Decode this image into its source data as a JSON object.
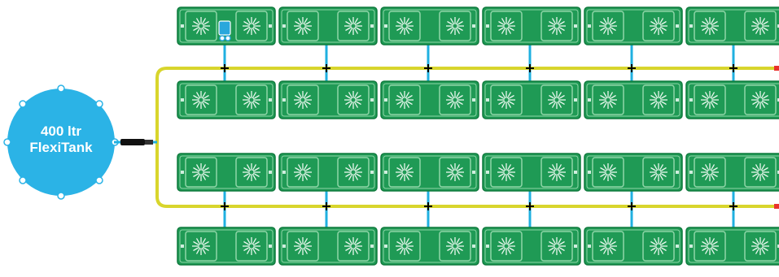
{
  "tank": {
    "line1": "400 ltr",
    "line2": "FlexiTank",
    "color": "#2bb3e6"
  },
  "colors": {
    "tray": "#1f9a55",
    "tray_border": "#0f7a3d",
    "tray_inner_line": "#8fd6a8",
    "feed_pipe": "#d8d52c",
    "drip_line": "#1fb0e0",
    "connector": "#000000",
    "pipe_end_cap": "#e8322c"
  },
  "layout_summary": {
    "tray_rows": 4,
    "trays_per_row": 6,
    "pots_per_tray": 2,
    "feed_lines": 2
  },
  "icons": {
    "pot": "sunburst-dripper-icon",
    "valve": "float-valve-icon"
  }
}
